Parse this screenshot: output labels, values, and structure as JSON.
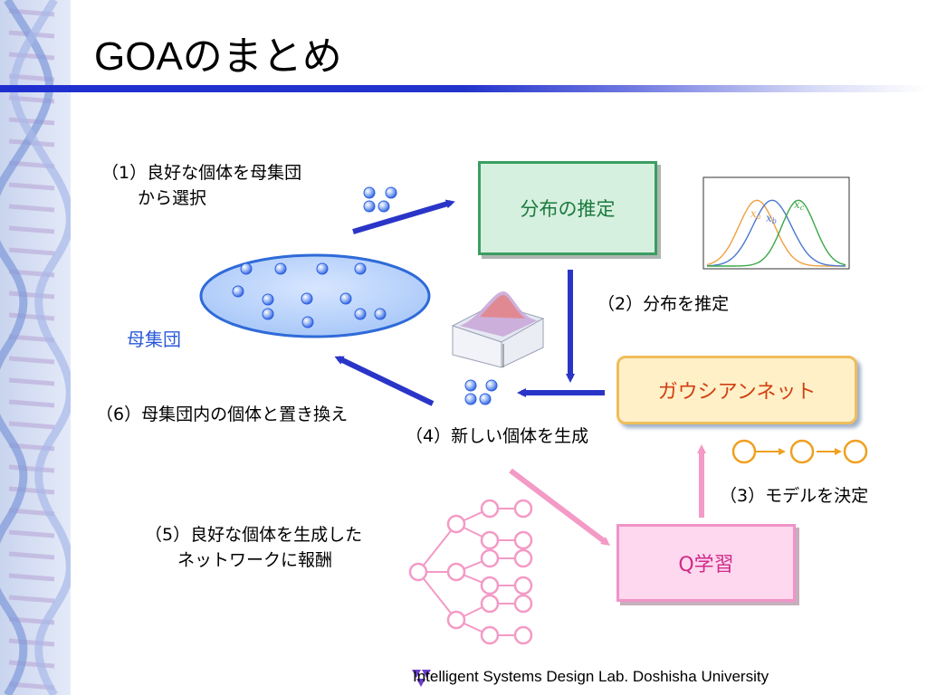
{
  "slide": {
    "title": "GOAのまとめ",
    "footer": "Intelligent Systems Design Lab. Doshisha University"
  },
  "labels": {
    "step1_line1": "（1）良好な個体を母集団",
    "step1_line2": "から選択",
    "step2": "（2）分布を推定",
    "step3": "（3）モデルを決定",
    "step4": "（4）新しい個体を生成",
    "step5_line1": "（5）良好な個体を生成した",
    "step5_line2": "ネットワークに報酬",
    "step6": "（6）母集団内の個体と置き換え",
    "population": "母集団"
  },
  "boxes": {
    "distribution": "分布の推定",
    "gaussian_network": "ガウシアンネット",
    "q_learning": "Q学習"
  },
  "distribution_chart": {
    "curves": [
      {
        "label": "x",
        "subscript": "a",
        "color": "#f0a040"
      },
      {
        "label": "x",
        "subscript": "b",
        "color": "#4a78d0"
      },
      {
        "label": "x",
        "subscript": "c",
        "color": "#3aa848"
      }
    ]
  },
  "colors": {
    "arrow_blue": "#2a35c8",
    "arrow_pink": "#f39ac6",
    "node_orange": "#f0a020",
    "node_pink": "#f39ac6"
  }
}
